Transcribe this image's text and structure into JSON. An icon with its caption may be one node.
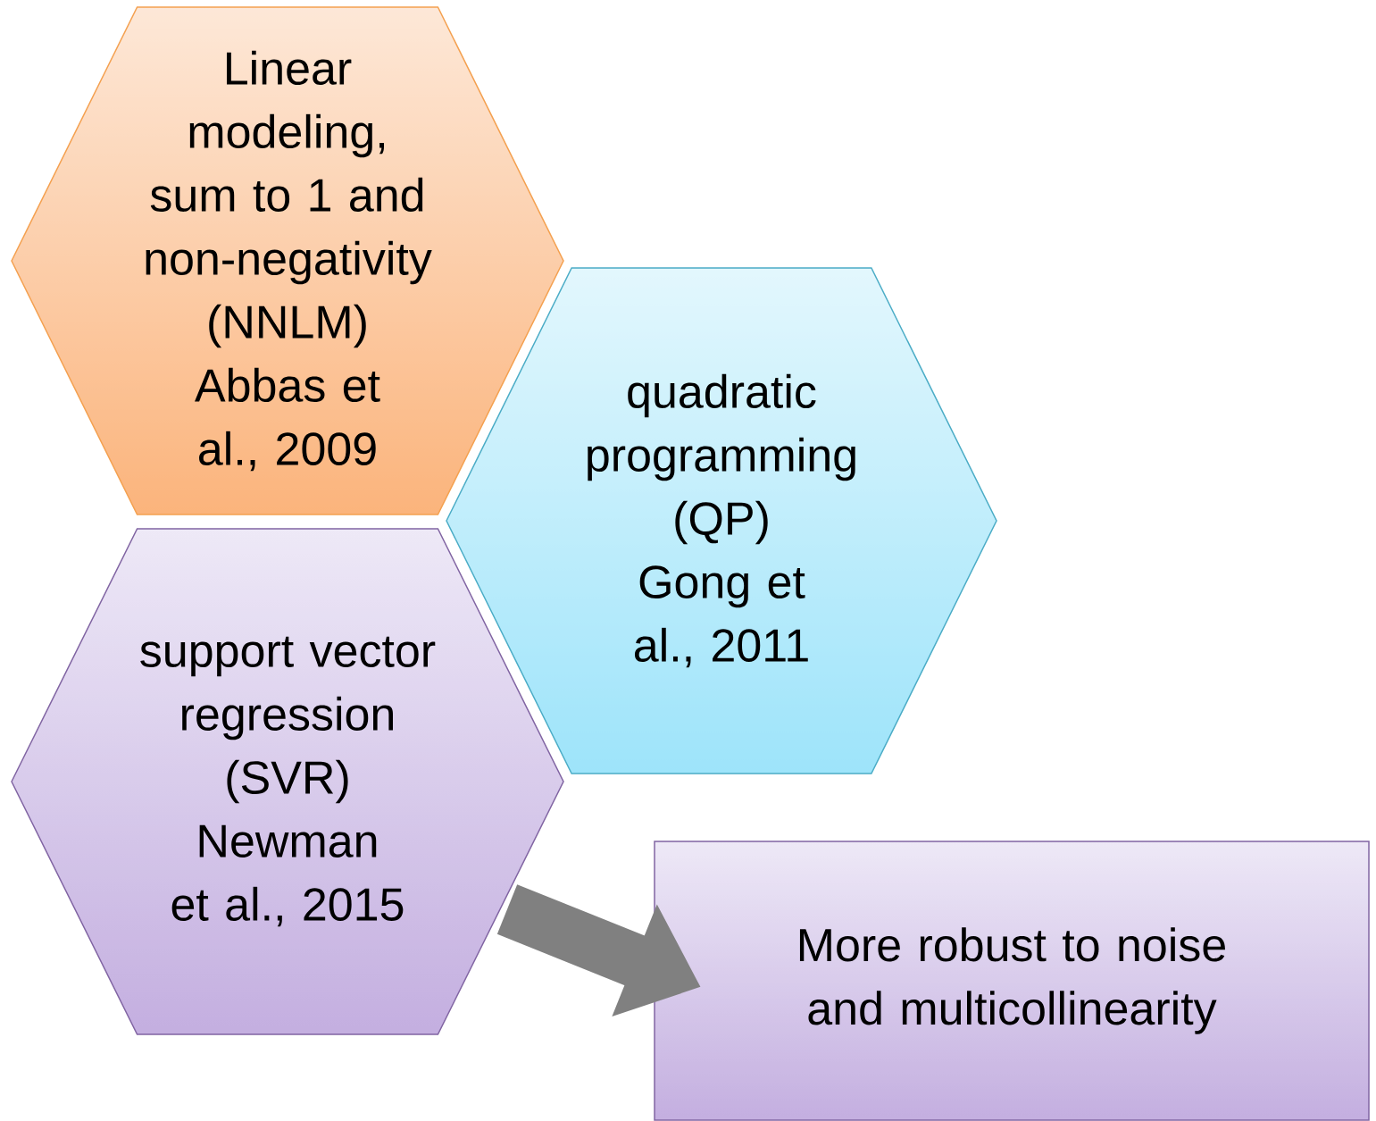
{
  "diagram": {
    "nodes": [
      {
        "text": [
          "Linear modeling, sum to 1 and non-negativity (NNLM)",
          "Abbas et al., 2009"
        ]
      },
      {
        "text": [
          "quadratic programming (QP)",
          "Gong et al., 2011"
        ]
      },
      {
        "text": [
          "support vector regression (SVR)",
          "Newman et al., 2015"
        ]
      },
      {
        "text": [
          "More robust to noise and multicollinearity"
        ]
      }
    ],
    "edges": [
      {
        "from": 2,
        "to": 3,
        "arrow": "to"
      }
    ]
  }
}
